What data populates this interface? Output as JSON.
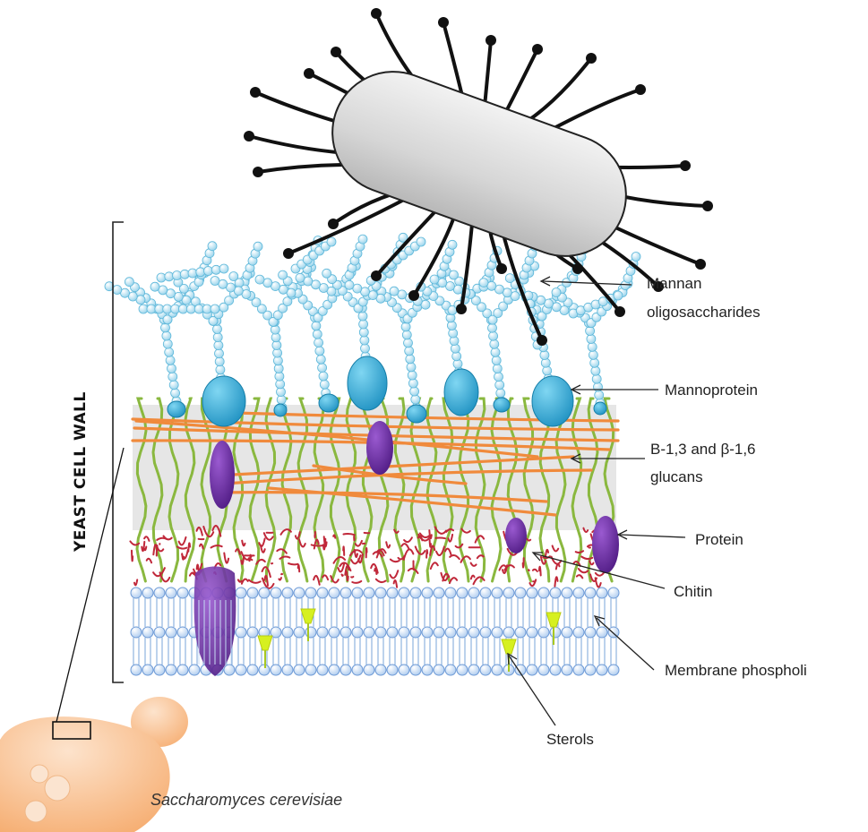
{
  "diagram": {
    "side_label": "YEAST CELL WALL",
    "organism": "Saccharomyces cerevisiae",
    "labels": {
      "mannan_line1": "Mannan",
      "mannan_line2": "oligosaccharides",
      "mannoprotein": "Mannoprotein",
      "glucans_line1": "B-1,3 and β-1,6",
      "glucans_line2": "glucans",
      "protein": "Protein",
      "chitin": "Chitin",
      "membrane": "Membrane phospholi",
      "sterols": "Sterols"
    },
    "colors": {
      "mannan_bead": "#b9e6f5",
      "mannoprotein": "#2aa6d6",
      "glucan_fiber": "#f08a3c",
      "glucan_strand": "#8ab83f",
      "protein": "#6a2aa0",
      "chitin": "#c0283a",
      "membrane_head": "#c9ddf5",
      "sterol": "#d6f020",
      "bacterium_body": "#d8d8d8",
      "yeast": "#f7b27a"
    }
  }
}
